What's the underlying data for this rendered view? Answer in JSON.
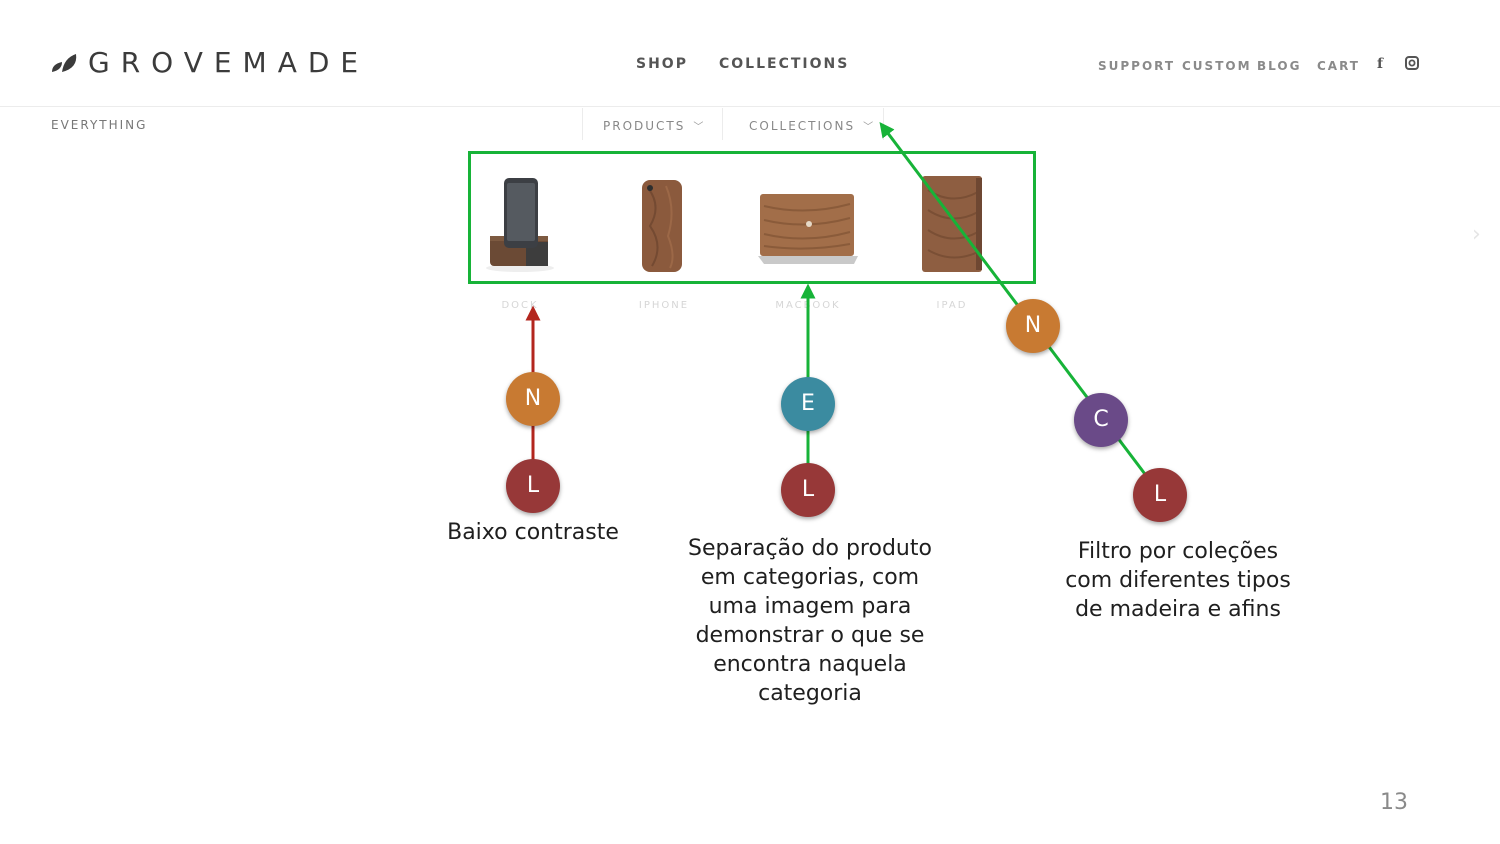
{
  "header": {
    "logo_text": "GROVEMADE",
    "main_nav": [
      "SHOP",
      "COLLECTIONS"
    ],
    "util_nav": [
      "SUPPORT",
      "CUSTOM",
      "BLOG",
      "CART"
    ],
    "social_icons": [
      "facebook-icon",
      "instagram-icon"
    ]
  },
  "subnav": {
    "left_label": "EVERYTHING",
    "products_label": "PRODUCTS",
    "collections_label": "COLLECTIONS"
  },
  "products": [
    {
      "label": "DOCK",
      "icon": "dock"
    },
    {
      "label": "IPHONE",
      "icon": "iphone-case"
    },
    {
      "label": "MACBOOK",
      "icon": "macbook-skin"
    },
    {
      "label": "IPAD",
      "icon": "ipad-sleeve"
    }
  ],
  "annotations": {
    "badges": {
      "n1": "N",
      "l1": "L",
      "e2": "E",
      "l2": "L",
      "n3": "N",
      "c3": "C",
      "l3": "L"
    },
    "text1": "Baixo contraste",
    "text2_lines": [
      "Separação do produto",
      "em categorias, com",
      "uma imagem para",
      "demonstrar o que se",
      "encontra naquela",
      "categoria"
    ],
    "text3_lines": [
      "Filtro por coleções",
      "com diferentes tipos",
      "de madeira e afins"
    ]
  },
  "colors": {
    "accent_green": "#17b338",
    "arrow_red": "#b3261e",
    "badge_n": "#c87a32",
    "badge_l": "#973838",
    "badge_e": "#3b8ba0",
    "badge_c": "#6a4a88"
  },
  "page_number": "13"
}
